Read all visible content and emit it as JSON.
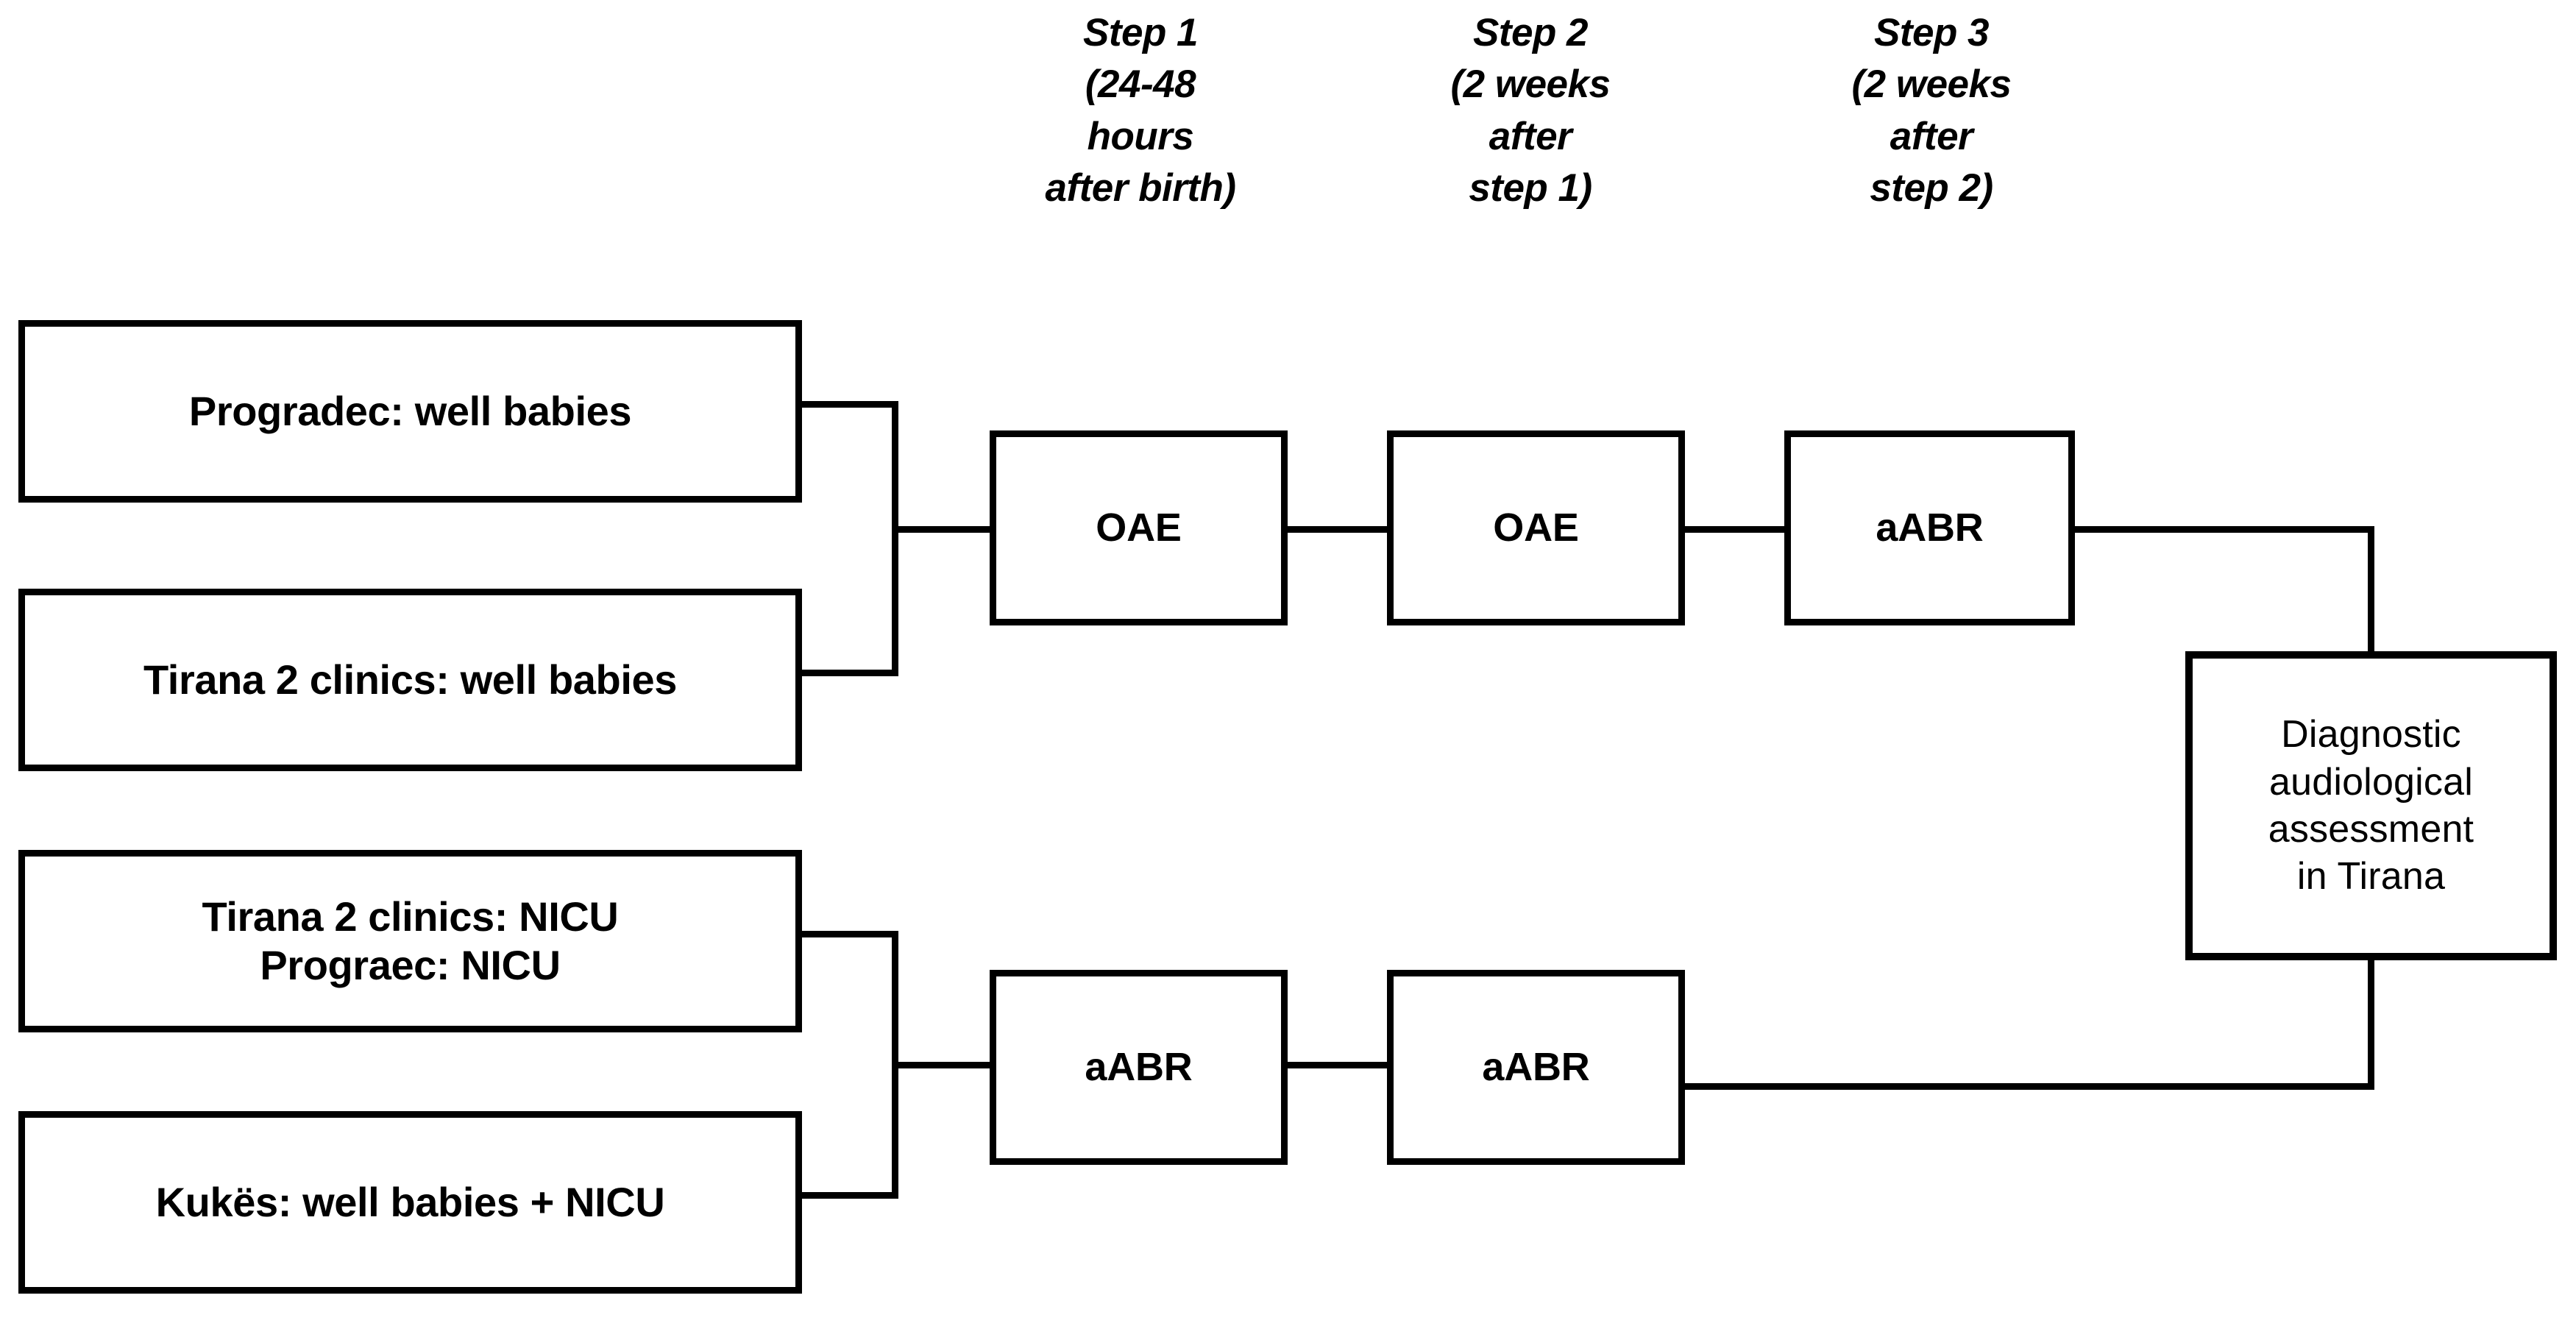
{
  "diagram": {
    "title": "Newborn hearing screening protocol flowchart",
    "line_color": "#000000",
    "box_fill": "#ffffff",
    "background": "#ffffff",
    "step_headers": [
      {
        "id": "step1",
        "text": "Step 1\n(24-48\nhours\nafter birth)"
      },
      {
        "id": "step2",
        "text": "Step 2\n(2 weeks\nafter\nstep 1)"
      },
      {
        "id": "step3",
        "text": "Step 3\n(2 weeks\nafter\nstep 2)"
      }
    ],
    "source_boxes": [
      {
        "id": "prograec-well",
        "text": "Progradec: well babies"
      },
      {
        "id": "tirana-well",
        "text": "Tirana 2 clinics: well babies"
      },
      {
        "id": "nicu-group",
        "text": "Tirana 2 clinics: NICU\nPrograec: NICU"
      },
      {
        "id": "kukes-group",
        "text": "Kukës: well babies + NICU"
      }
    ],
    "well_babies_pathway": [
      {
        "id": "well-step1",
        "text": "OAE"
      },
      {
        "id": "well-step2",
        "text": "OAE"
      },
      {
        "id": "well-step3",
        "text": "aABR"
      }
    ],
    "nicu_pathway": [
      {
        "id": "nicu-step1",
        "text": "aABR"
      },
      {
        "id": "nicu-step2",
        "text": "aABR"
      }
    ],
    "outcome_box": {
      "id": "diagnostic",
      "text": "Diagnostic\naudiological\nassessment\nin Tirana"
    }
  }
}
